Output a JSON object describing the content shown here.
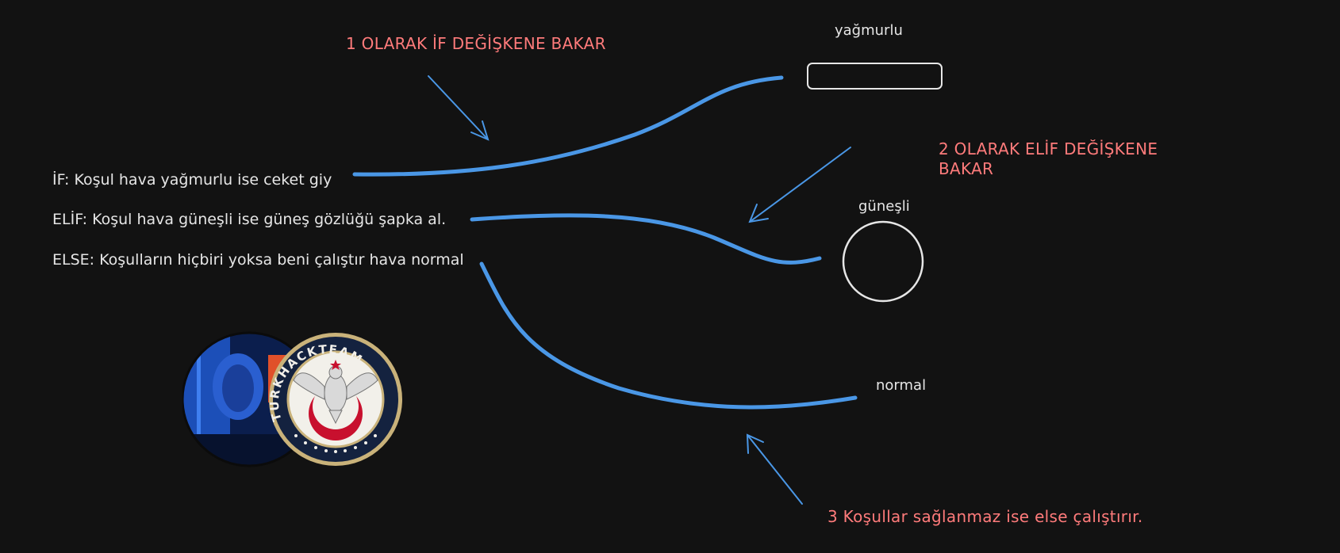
{
  "conditions": {
    "if_text": "İF: Koşul hava yağmurlu ise ceket giy",
    "elif_text": "ELİF: Koşul hava güneşli ise güneş gözlüğü şapka al.",
    "else_text": "ELSE: Koşulların hiçbiri yoksa beni çalıştır hava normal"
  },
  "outcomes": {
    "rainy_label": "yağmurlu",
    "sunny_label": "güneşli",
    "normal_label": "normal"
  },
  "annotations": {
    "note_1": "1 OLARAK İF DEĞİŞKENE BAKAR",
    "note_2": "2 OLARAK ELİF DEĞİŞKENE BAKAR",
    "note_3": "3 Koşullar sağlanmaz ise else çalıştırır."
  },
  "logo": {
    "badge_text": "TURKHACKTEAM"
  },
  "colors": {
    "background": "#121212",
    "connector": "#4a97e6",
    "annotation": "#ff7b7b",
    "text": "#e6e6e6"
  }
}
